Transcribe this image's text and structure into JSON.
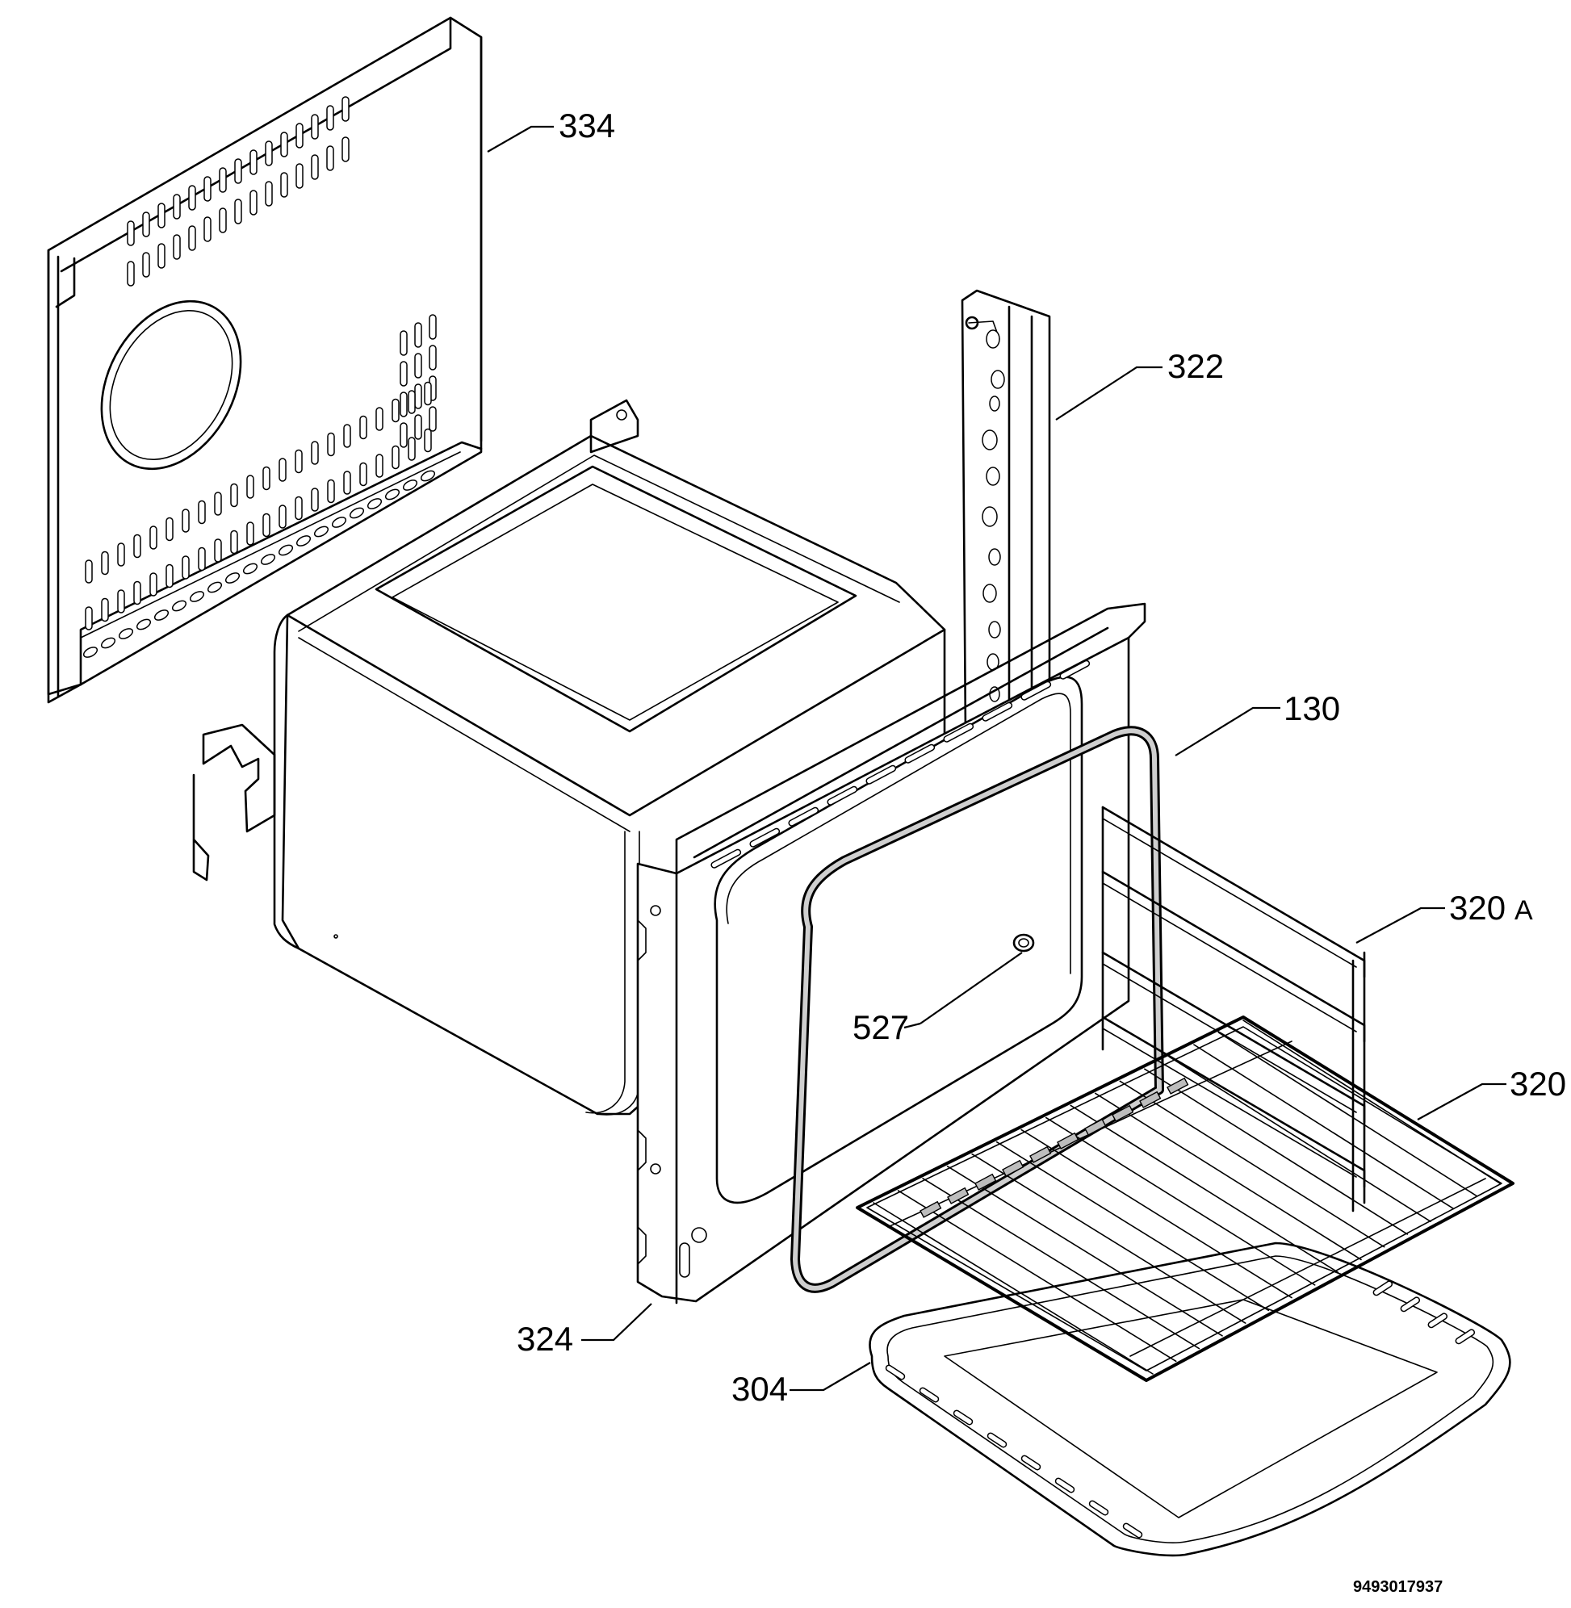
{
  "labels": {
    "p334": "334",
    "p322": "322",
    "p130": "130",
    "p320a_num": "320",
    "p320a_suffix": "A",
    "p527": "527",
    "p320": "320",
    "p324": "324",
    "p304": "304"
  },
  "drawing_code": "9493017937"
}
